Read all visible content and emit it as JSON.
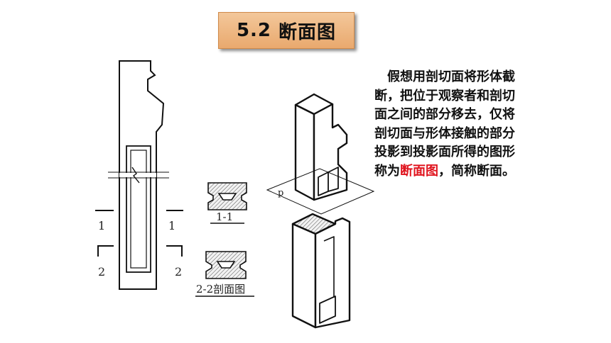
{
  "slide": {
    "title_number": "5.2",
    "title_text": "断面图",
    "desc_text_before": "假想用剖切面将形体截断，把位于观察者和剖切面之间的部分移去，仅将剖切面与形体接触的部分投影到投影面所得的图形称为",
    "desc_highlight": "断面图",
    "desc_text_after": "，简称断面。",
    "highlight_color": "#e0141e",
    "title_bg_color": "#eeb47e"
  },
  "figure": {
    "cut_label_1_left": "1",
    "cut_label_1_right": "1",
    "cut_label_2_left": "2",
    "cut_label_2_right": "2",
    "section_1_caption": "1-1",
    "section_2_caption": "2-2剖面图",
    "plane_label": "p"
  }
}
